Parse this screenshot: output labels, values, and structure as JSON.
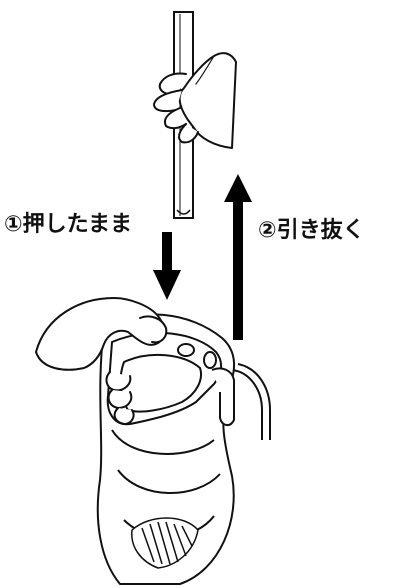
{
  "steps": [
    {
      "number": "①",
      "text": "押したまま"
    },
    {
      "number": "②",
      "text": "引き抜く"
    }
  ],
  "colors": {
    "line": "#111111",
    "arrow": "#000000",
    "background": "#ffffff"
  },
  "icons": [
    "push-down-arrow-icon",
    "pull-up-arrow-icon"
  ]
}
